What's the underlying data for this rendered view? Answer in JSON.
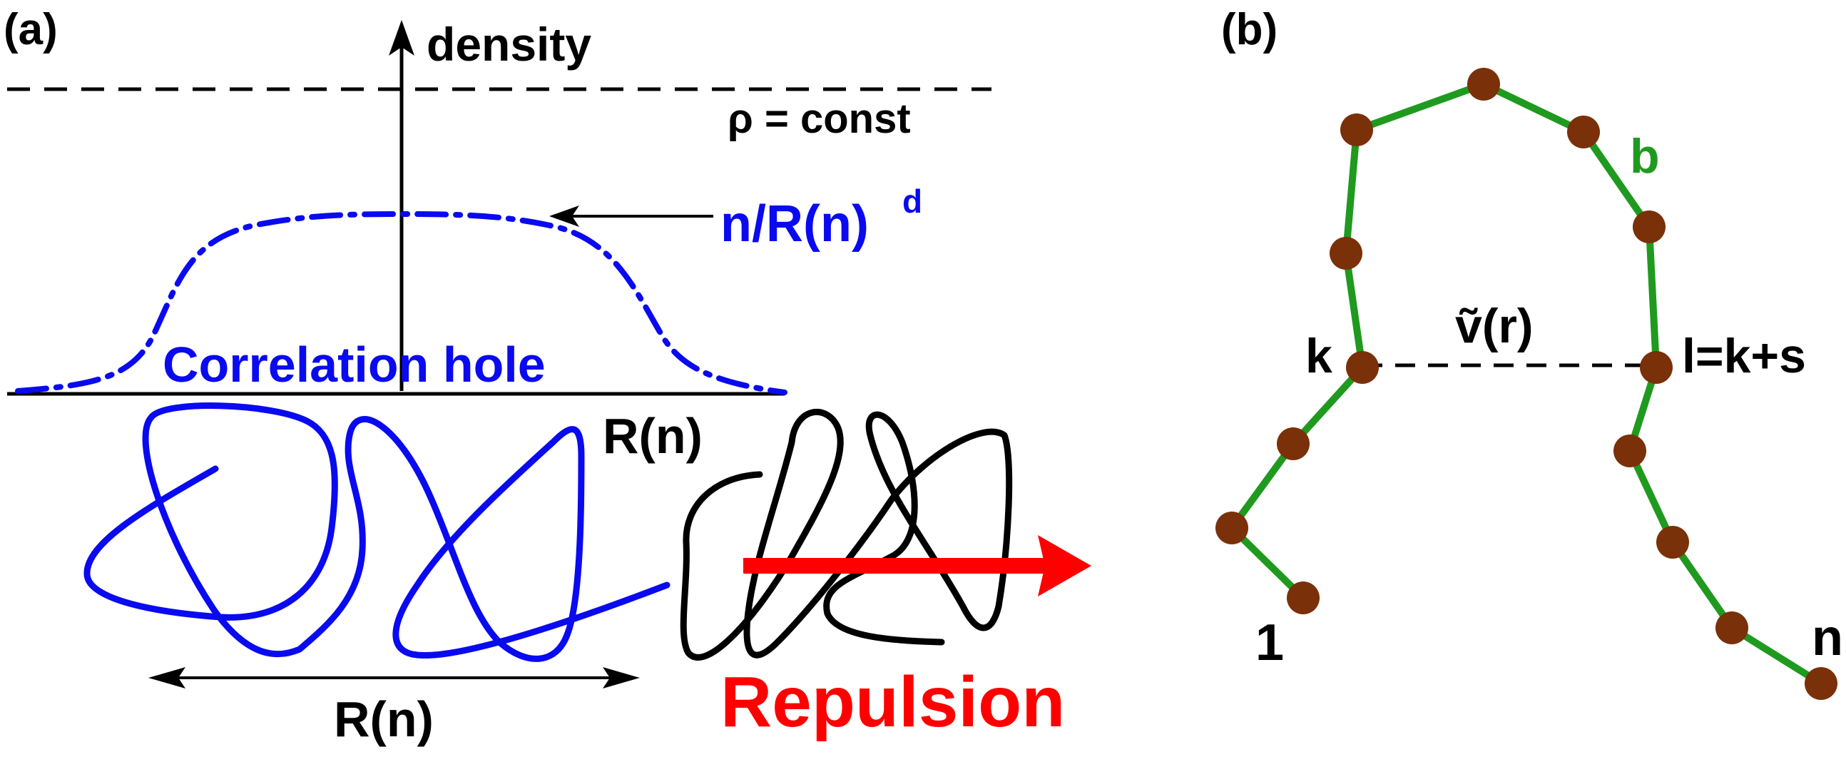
{
  "panel_a": {
    "label": "(a)",
    "axis_label": "density",
    "const_label": "ρ = const",
    "curve_label_main": "n/R(n)",
    "curve_label_sup": "d",
    "hole_label": "Correlation hole",
    "width_label_top": "R(n)",
    "width_label_bottom": "R(n)",
    "repulsion_label": "Repulsion"
  },
  "panel_b": {
    "label": "(b)",
    "bond_label": "b",
    "interaction_label": "ṽ(r)",
    "k_label": "k",
    "l_label": "l=k+s",
    "one_label": "1",
    "n_label": "n"
  },
  "colors": {
    "blue": "#0a0af0",
    "red": "#ff0000",
    "green": "#1f9a1f",
    "bead": "#7a3008",
    "black": "#000000"
  }
}
